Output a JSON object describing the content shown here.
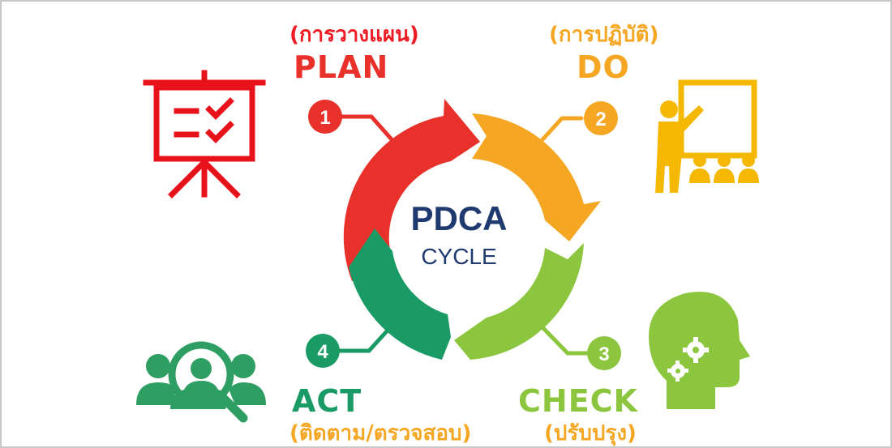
{
  "center": {
    "title": "PDCA",
    "subtitle": "CYCLE"
  },
  "stages": [
    {
      "number": "1",
      "name": "PLAN",
      "thai": "(การวางแผน)",
      "color": "#e8312a",
      "icon": "presentation-board-icon"
    },
    {
      "number": "2",
      "name": "DO",
      "thai": "(การปฏิบัติ)",
      "color": "#f5a623",
      "icon": "teacher-audience-icon"
    },
    {
      "number": "3",
      "name": "CHECK",
      "thai": "(ปรับปรุง)",
      "color": "#8cc63f",
      "icon": "head-gears-icon"
    },
    {
      "number": "4",
      "name": "ACT",
      "thai": "(ติดตาม/ตรวจสอบ)",
      "color": "#1a9a64",
      "icon": "team-search-icon"
    }
  ],
  "colors": {
    "title": "#1f3a6e",
    "plan": "#e8312a",
    "do": "#f5a623",
    "check": "#8cc63f",
    "act": "#1a9a64"
  }
}
